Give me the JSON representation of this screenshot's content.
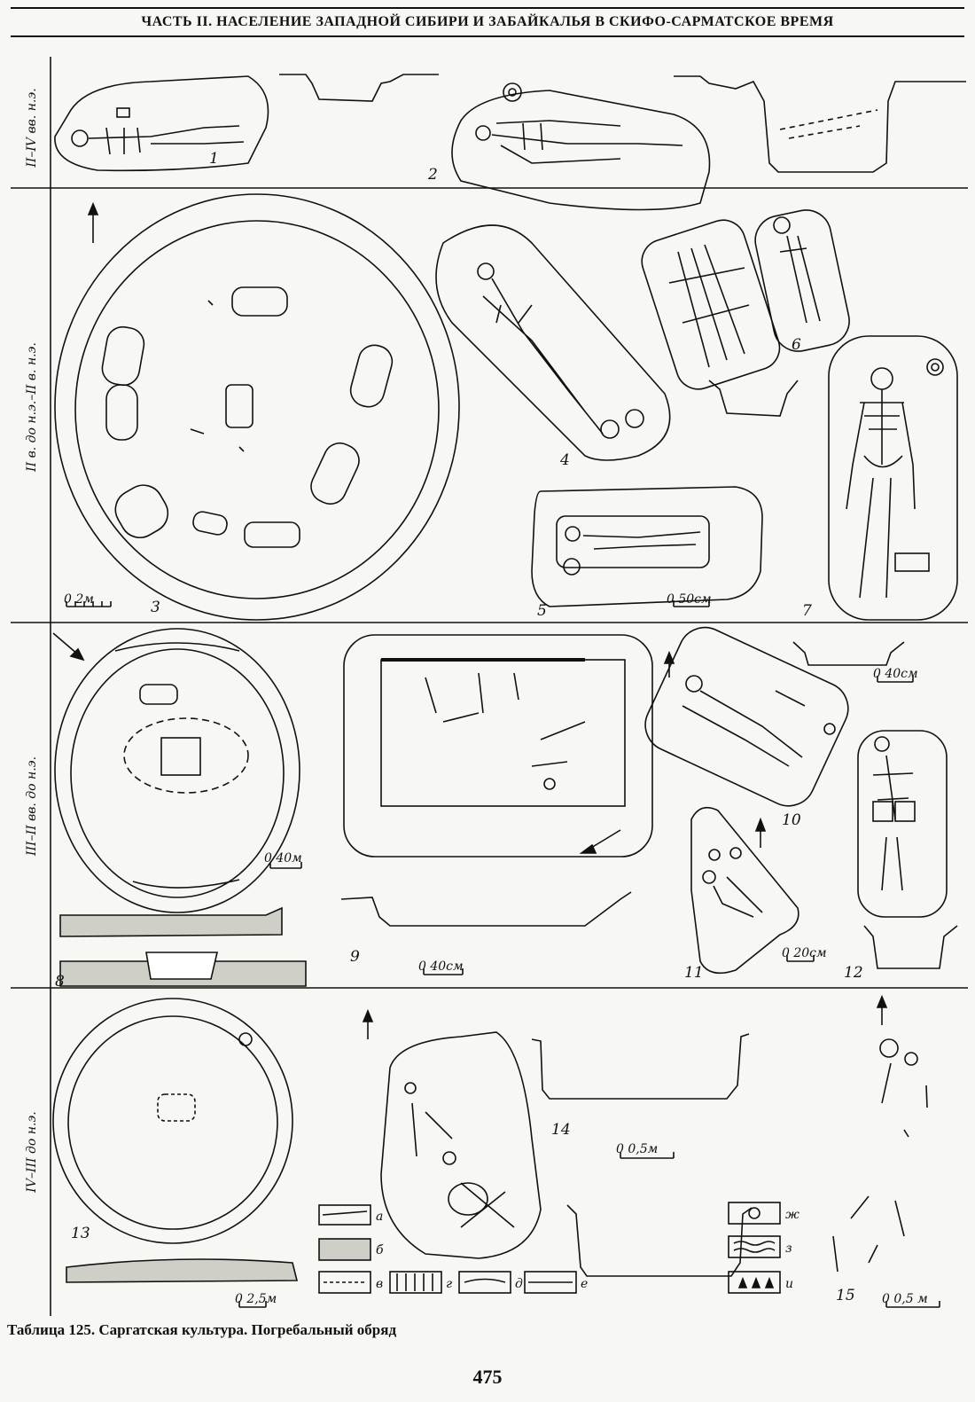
{
  "header": {
    "title": "ЧАСТЬ II. НАСЕЛЕНИЕ ЗАПАДНОЙ СИБИРИ И ЗАБАЙКАЛЬЯ В СКИФО-САРМАТСКОЕ ВРЕМЯ"
  },
  "periods": {
    "p1": "II–IV вв. н.э.",
    "p2": "II в. до н.э.–II в. н.э.",
    "p3": "III–II вв. до н.э.",
    "p4": "IV–III до н.э."
  },
  "figures": {
    "f1": "1",
    "f2": "2",
    "f3": "3",
    "f4": "4",
    "f5": "5",
    "f6": "6",
    "f7": "7",
    "f8": "8",
    "f9": "9",
    "f10": "10",
    "f11": "11",
    "f12": "12",
    "f13": "13",
    "f14": "14",
    "f15": "15"
  },
  "scales": {
    "s3": "0     2м",
    "s5": "0    50см",
    "s8": "0   40м",
    "s9": "0    40см",
    "s10": "0   40см",
    "s11": "0  20см",
    "s13": "0  2,5м",
    "s14": "0     0,5м",
    "s15": "0    0,5 м"
  },
  "legend": {
    "a": "а",
    "b": "б",
    "v": "в",
    "g": "г",
    "d": "д",
    "e": "е",
    "zh": "ж",
    "z": "з",
    "i": "и"
  },
  "caption": "Таблица 125. Саргатская культура. Погребальный обряд",
  "page_number": "475"
}
